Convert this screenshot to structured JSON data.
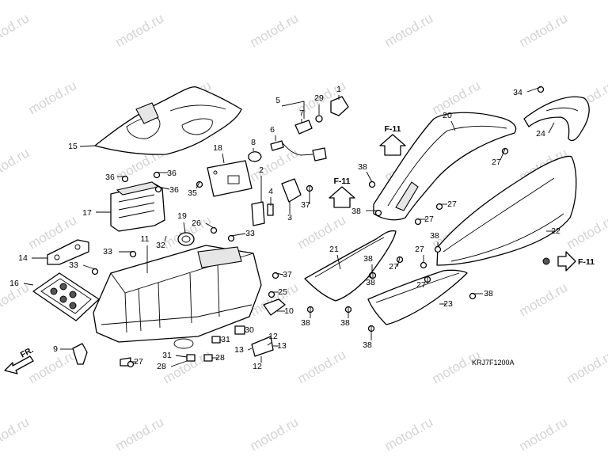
{
  "watermark": "motod.ru",
  "diagram_code": "KRJ7F1200A",
  "direction_label": "FR.",
  "ref_arrow_label": "F-11",
  "callouts": [
    "1",
    "2",
    "3",
    "4",
    "5",
    "6",
    "7",
    "8",
    "9",
    "10",
    "11",
    "12",
    "13",
    "14",
    "15",
    "16",
    "17",
    "18",
    "19",
    "20",
    "21",
    "22",
    "23",
    "24",
    "25",
    "26",
    "27",
    "28",
    "29",
    "30",
    "31",
    "32",
    "33",
    "34",
    "35",
    "36",
    "37",
    "38"
  ]
}
